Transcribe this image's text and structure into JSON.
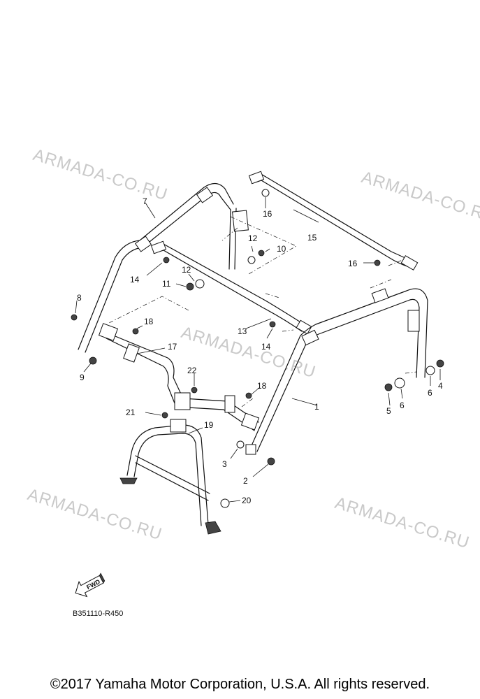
{
  "watermarks": [
    "ARMADA-CO.RU",
    "ARMADA-CO.RU",
    "ARMADA-CO.RU",
    "ARMADA-CO.RU",
    "ARMADA-CO.RU"
  ],
  "callouts": [
    "1",
    "2",
    "3",
    "4",
    "5",
    "6",
    "6",
    "7",
    "8",
    "9",
    "10",
    "11",
    "12",
    "12",
    "13",
    "14",
    "14",
    "15",
    "16",
    "16",
    "17",
    "18",
    "18",
    "19",
    "20",
    "21",
    "22"
  ],
  "fwd_label": "FWD",
  "diagram_code": "B351110-R450",
  "copyright": "©2017 Yamaha Motor Corporation, U.S.A. All rights reserved."
}
